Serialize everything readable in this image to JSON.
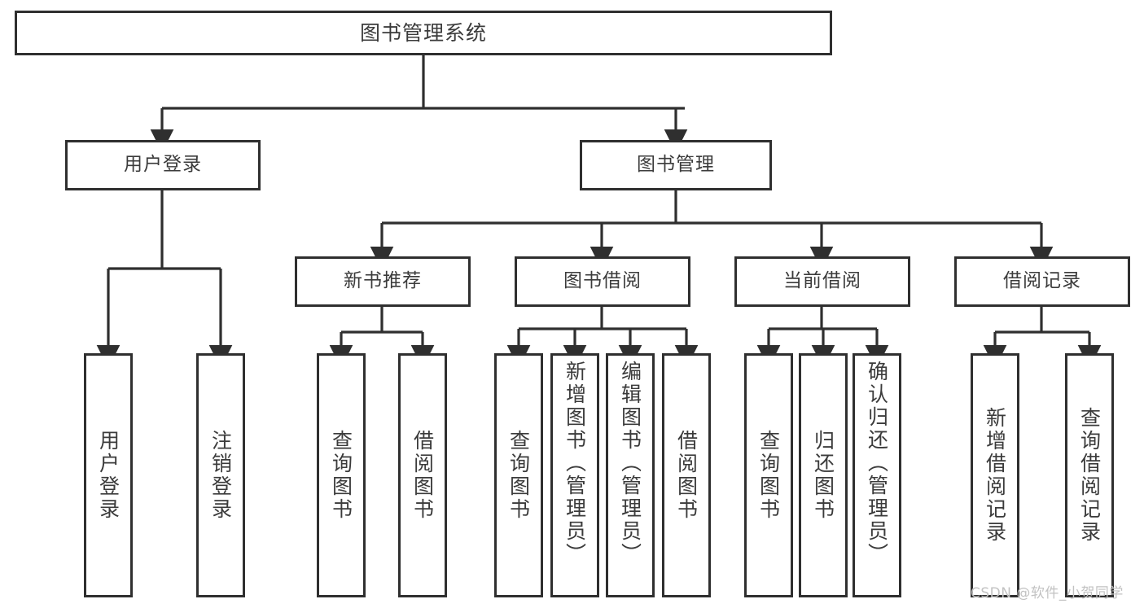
{
  "diagram": {
    "title": "图书管理系统",
    "type": "tree-hierarchy",
    "root": {
      "id": "root",
      "label": "图书管理系统"
    },
    "level1": [
      {
        "id": "user-login",
        "label": "用户登录"
      },
      {
        "id": "book-management",
        "label": "图书管理"
      }
    ],
    "level2": [
      {
        "id": "new-book-recommend",
        "label": "新书推荐",
        "parent": "book-management"
      },
      {
        "id": "book-borrow",
        "label": "图书借阅",
        "parent": "book-management"
      },
      {
        "id": "current-borrow",
        "label": "当前借阅",
        "parent": "book-management"
      },
      {
        "id": "borrow-record",
        "label": "借阅记录",
        "parent": "book-management"
      }
    ],
    "leaves": [
      {
        "id": "leaf-user-login",
        "label": "用户登录",
        "parent": "user-login"
      },
      {
        "id": "leaf-logout-login",
        "label": "注销登录",
        "parent": "user-login"
      },
      {
        "id": "leaf-query-book-1",
        "label": "查询图书",
        "parent": "new-book-recommend"
      },
      {
        "id": "leaf-borrow-book-1",
        "label": "借阅图书",
        "parent": "new-book-recommend"
      },
      {
        "id": "leaf-query-book-2",
        "label": "查询图书",
        "parent": "book-borrow"
      },
      {
        "id": "leaf-add-book",
        "label": "新增图书（管理员）",
        "parent": "book-borrow"
      },
      {
        "id": "leaf-edit-book",
        "label": "编辑图书（管理员）",
        "parent": "book-borrow"
      },
      {
        "id": "leaf-borrow-book-2",
        "label": "借阅图书",
        "parent": "book-borrow"
      },
      {
        "id": "leaf-query-book-3",
        "label": "查询图书",
        "parent": "current-borrow"
      },
      {
        "id": "leaf-return-book",
        "label": "归还图书",
        "parent": "current-borrow"
      },
      {
        "id": "leaf-confirm-return",
        "label": "确认归还（管理员）",
        "parent": "current-borrow"
      },
      {
        "id": "leaf-add-record",
        "label": "新增借阅记录",
        "parent": "borrow-record"
      },
      {
        "id": "leaf-query-record",
        "label": "查询借阅记录",
        "parent": "borrow-record"
      }
    ],
    "colors": {
      "box_border": "#2f2f2f",
      "box_fill": "#ffffff",
      "text": "#3b3b3b",
      "connector": "#2f2f2f",
      "watermark": "#c2c2c2"
    }
  },
  "watermark": {
    "text": "CSDN @软件_小贺同学"
  }
}
